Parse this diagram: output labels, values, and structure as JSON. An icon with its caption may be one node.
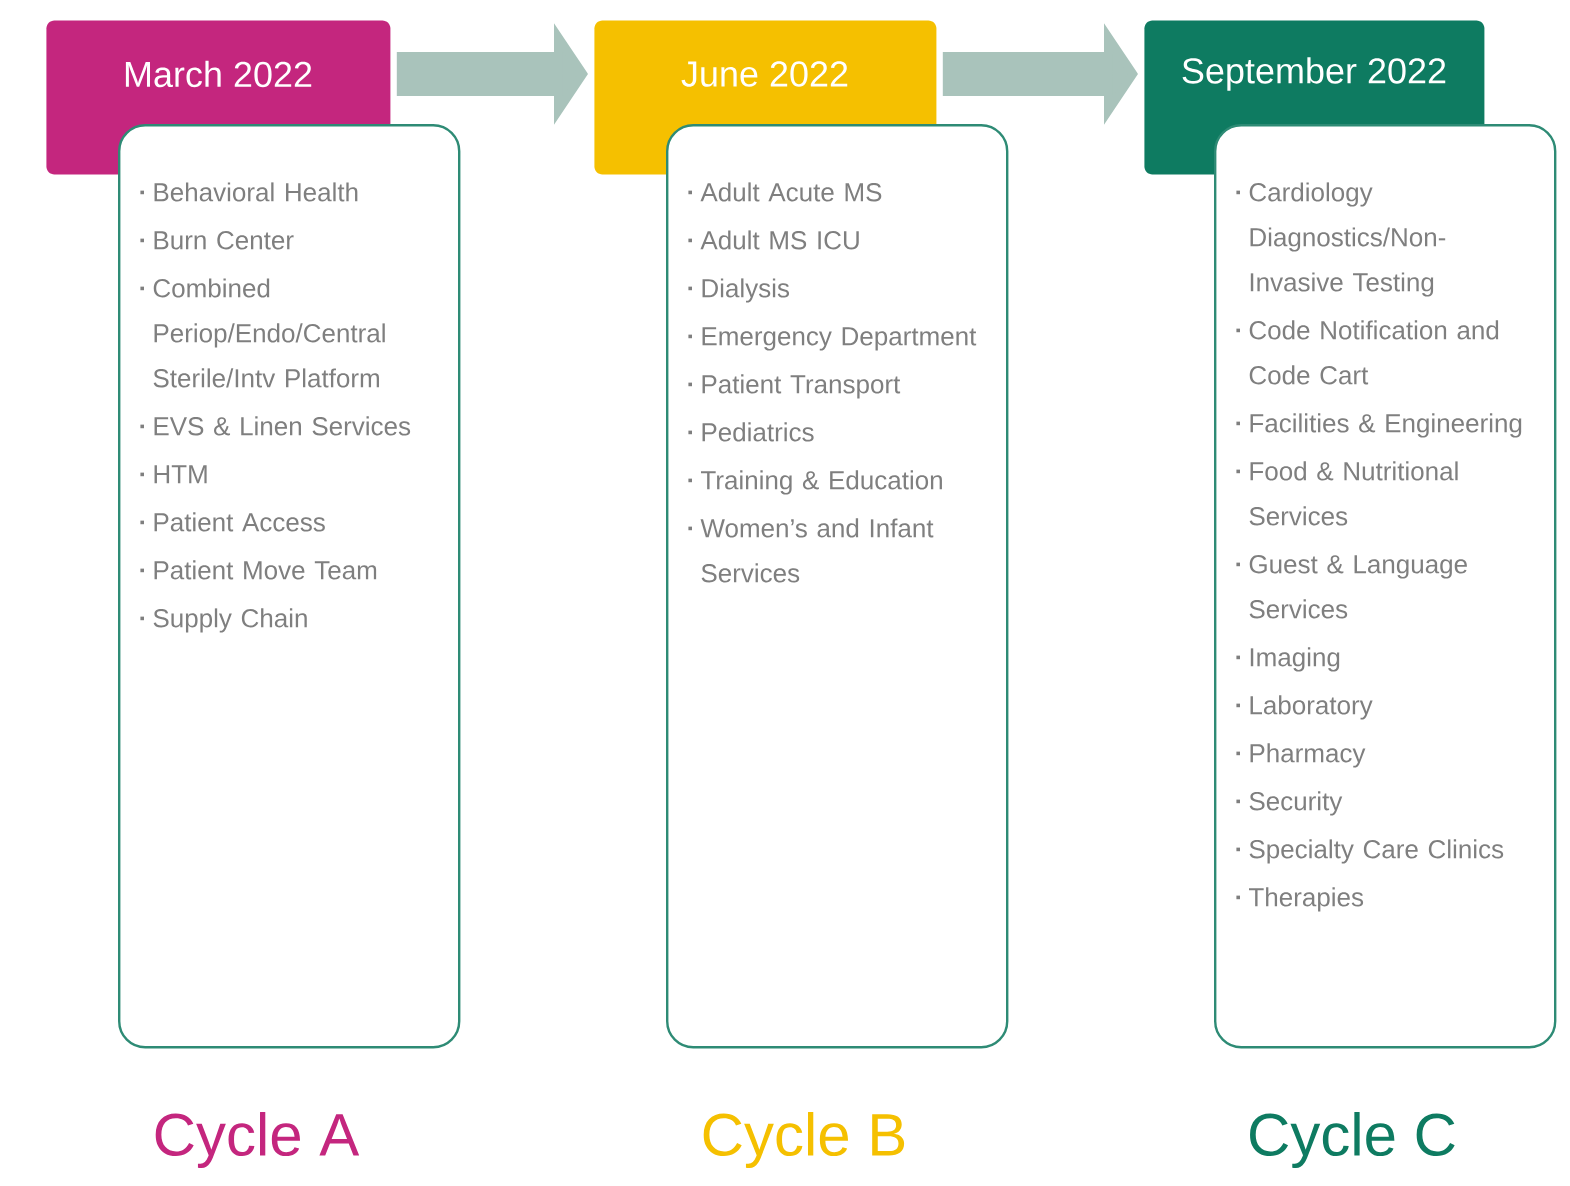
{
  "diagram": {
    "nodes": [
      {
        "text": [
          "March 2022"
        ]
      },
      {
        "text": [
          "Behavioral Health",
          "Burn Center",
          "Combined Periop/Endo/Central Sterile/Intv Platform",
          "EVS & Linen Services",
          "HTM",
          "Patient Access",
          "Patient Move Team",
          "Supply Chain"
        ],
        "beside": [
          "Cycle A"
        ]
      },
      {
        "text": [
          "June 2022"
        ]
      },
      {
        "text": [
          "Adult Acute MS",
          "Adult MS ICU",
          "Dialysis",
          "Emergency Department",
          "Patient Transport",
          "Pediatrics",
          "Training & Education",
          "Women’s and Infant Services"
        ],
        "beside": [
          "Cycle B"
        ]
      },
      {
        "text": [
          "September 2022"
        ]
      },
      {
        "text": [
          "Cardiology Diagnostics/Non-Invasive Testing",
          "Code Notification and Code Cart",
          "Facilities & Engineering",
          "Food & Nutritional Services",
          "Guest & Language Services",
          "Imaging",
          "Laboratory",
          "Pharmacy",
          "Security",
          "Specialty Care Clinics",
          "Therapies"
        ],
        "beside": [
          "Cycle C"
        ]
      }
    ],
    "edges": [
      {
        "from": 0,
        "to": 2,
        "arrow": "to"
      },
      {
        "from": 2,
        "to": 4,
        "arrow": "to"
      }
    ]
  }
}
